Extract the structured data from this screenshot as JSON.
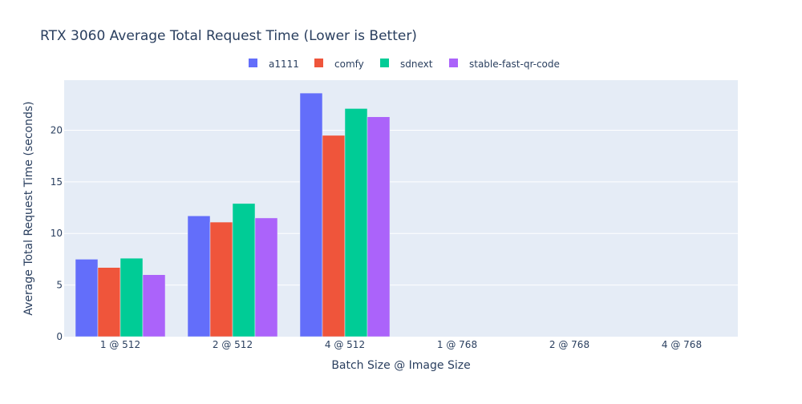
{
  "chart_data": {
    "type": "bar",
    "title": "RTX 3060 Average Total Request Time (Lower is Better)",
    "xlabel": "Batch Size @ Image Size",
    "ylabel": "Average Total Request Time (seconds)",
    "categories": [
      "1 @ 512",
      "2 @ 512",
      "4 @ 512",
      "1 @ 768",
      "2 @ 768",
      "4 @ 768"
    ],
    "series": [
      {
        "name": "a1111",
        "color": "#636efa",
        "values": [
          7.5,
          11.7,
          23.6,
          null,
          null,
          null
        ]
      },
      {
        "name": "comfy",
        "color": "#ef553b",
        "values": [
          6.7,
          11.1,
          19.5,
          null,
          null,
          null
        ]
      },
      {
        "name": "sdnext",
        "color": "#00cc96",
        "values": [
          7.6,
          12.9,
          22.1,
          null,
          null,
          null
        ]
      },
      {
        "name": "stable-fast-qr-code",
        "color": "#ab63fa",
        "values": [
          6.0,
          11.5,
          21.3,
          null,
          null,
          null
        ]
      }
    ],
    "ylim": [
      0,
      24.85
    ],
    "yticks": [
      0,
      5,
      10,
      15,
      20
    ],
    "grid": true,
    "legend_position": "top-center",
    "colors": {
      "plot_background": "#e5ecf6",
      "grid": "#ffffff",
      "text": "#2a3f5f"
    }
  }
}
